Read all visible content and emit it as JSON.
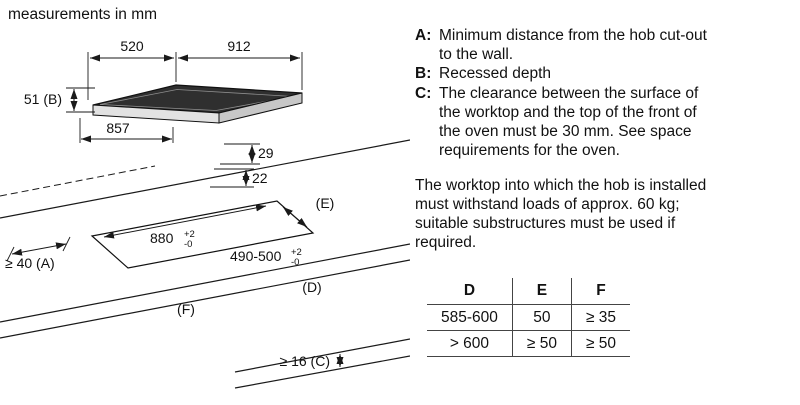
{
  "note": "measurements in mm",
  "diagram": {
    "dim_520": "520",
    "dim_912": "912",
    "dim_51": "51 (B)",
    "dim_857": "857",
    "dim_29": "29",
    "dim_22": "22",
    "dim_880": "880",
    "dim_880_tol_top": "+2",
    "dim_880_tol_bottom": "-0",
    "dim_490": "490-500",
    "dim_490_tol_top": "+2",
    "dim_490_tol_bottom": "-0",
    "dim_a": "≥ 40 (A)",
    "dim_c": "≥ 16 (C)",
    "label_d": "(D)",
    "label_e": "(E)",
    "label_f": "(F)"
  },
  "legend": {
    "items": [
      {
        "key": "A:",
        "text": "Minimum distance from the hob cut-out to the wall."
      },
      {
        "key": "B:",
        "text": "Recessed depth"
      },
      {
        "key": "C:",
        "text": "The clearance between the surface of the worktop and the top of the front of the oven must be 30 mm. See space requirements for the oven."
      }
    ],
    "paragraph": "The worktop into which the hob is installed must withstand loads of approx. 60 kg; suitable substructures must be used if required."
  },
  "table": {
    "headers": [
      "D",
      "E",
      "F"
    ],
    "rows": [
      [
        "585-600",
        "50",
        "≥ 35"
      ],
      [
        "> 600",
        "≥ 50",
        "≥ 50"
      ]
    ]
  }
}
